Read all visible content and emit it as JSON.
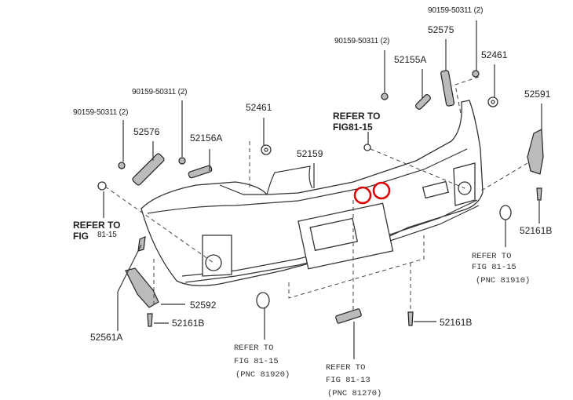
{
  "labels": {
    "bolt_top_right": "90159-50311 (2)",
    "part_52575": "52575",
    "bolt_top_center": "90159-50311 (2)",
    "part_52155a": "52155A",
    "part_52461_right": "52461",
    "bolt_left_upper": "90159-50311 (2)",
    "bolt_left": "90159-50311 (2)",
    "part_52576": "52576",
    "part_52156a": "52156A",
    "part_52461_left": "52461",
    "part_52159": "52159",
    "part_52591": "52591",
    "part_52161b_right": "52161B",
    "part_52592": "52592",
    "part_52161b_left": "52161B",
    "part_52161b_bottom": "52161B",
    "part_52561a": "52561A"
  },
  "references": {
    "top_center": [
      "REFER TO",
      "FIG81-15"
    ],
    "left": [
      "REFER TO",
      "FIG",
      "81-15"
    ],
    "right": [
      "REFER TO",
      "FIG 81-15",
      "(PNC 81910)"
    ],
    "bottom_left": [
      "REFER TO",
      "FIG 81-15",
      "(PNC 81920)"
    ],
    "bottom_center": [
      "REFER TO",
      "FIG 81-13",
      "(PNC 81270)"
    ]
  },
  "highlight_color": "#e00000"
}
